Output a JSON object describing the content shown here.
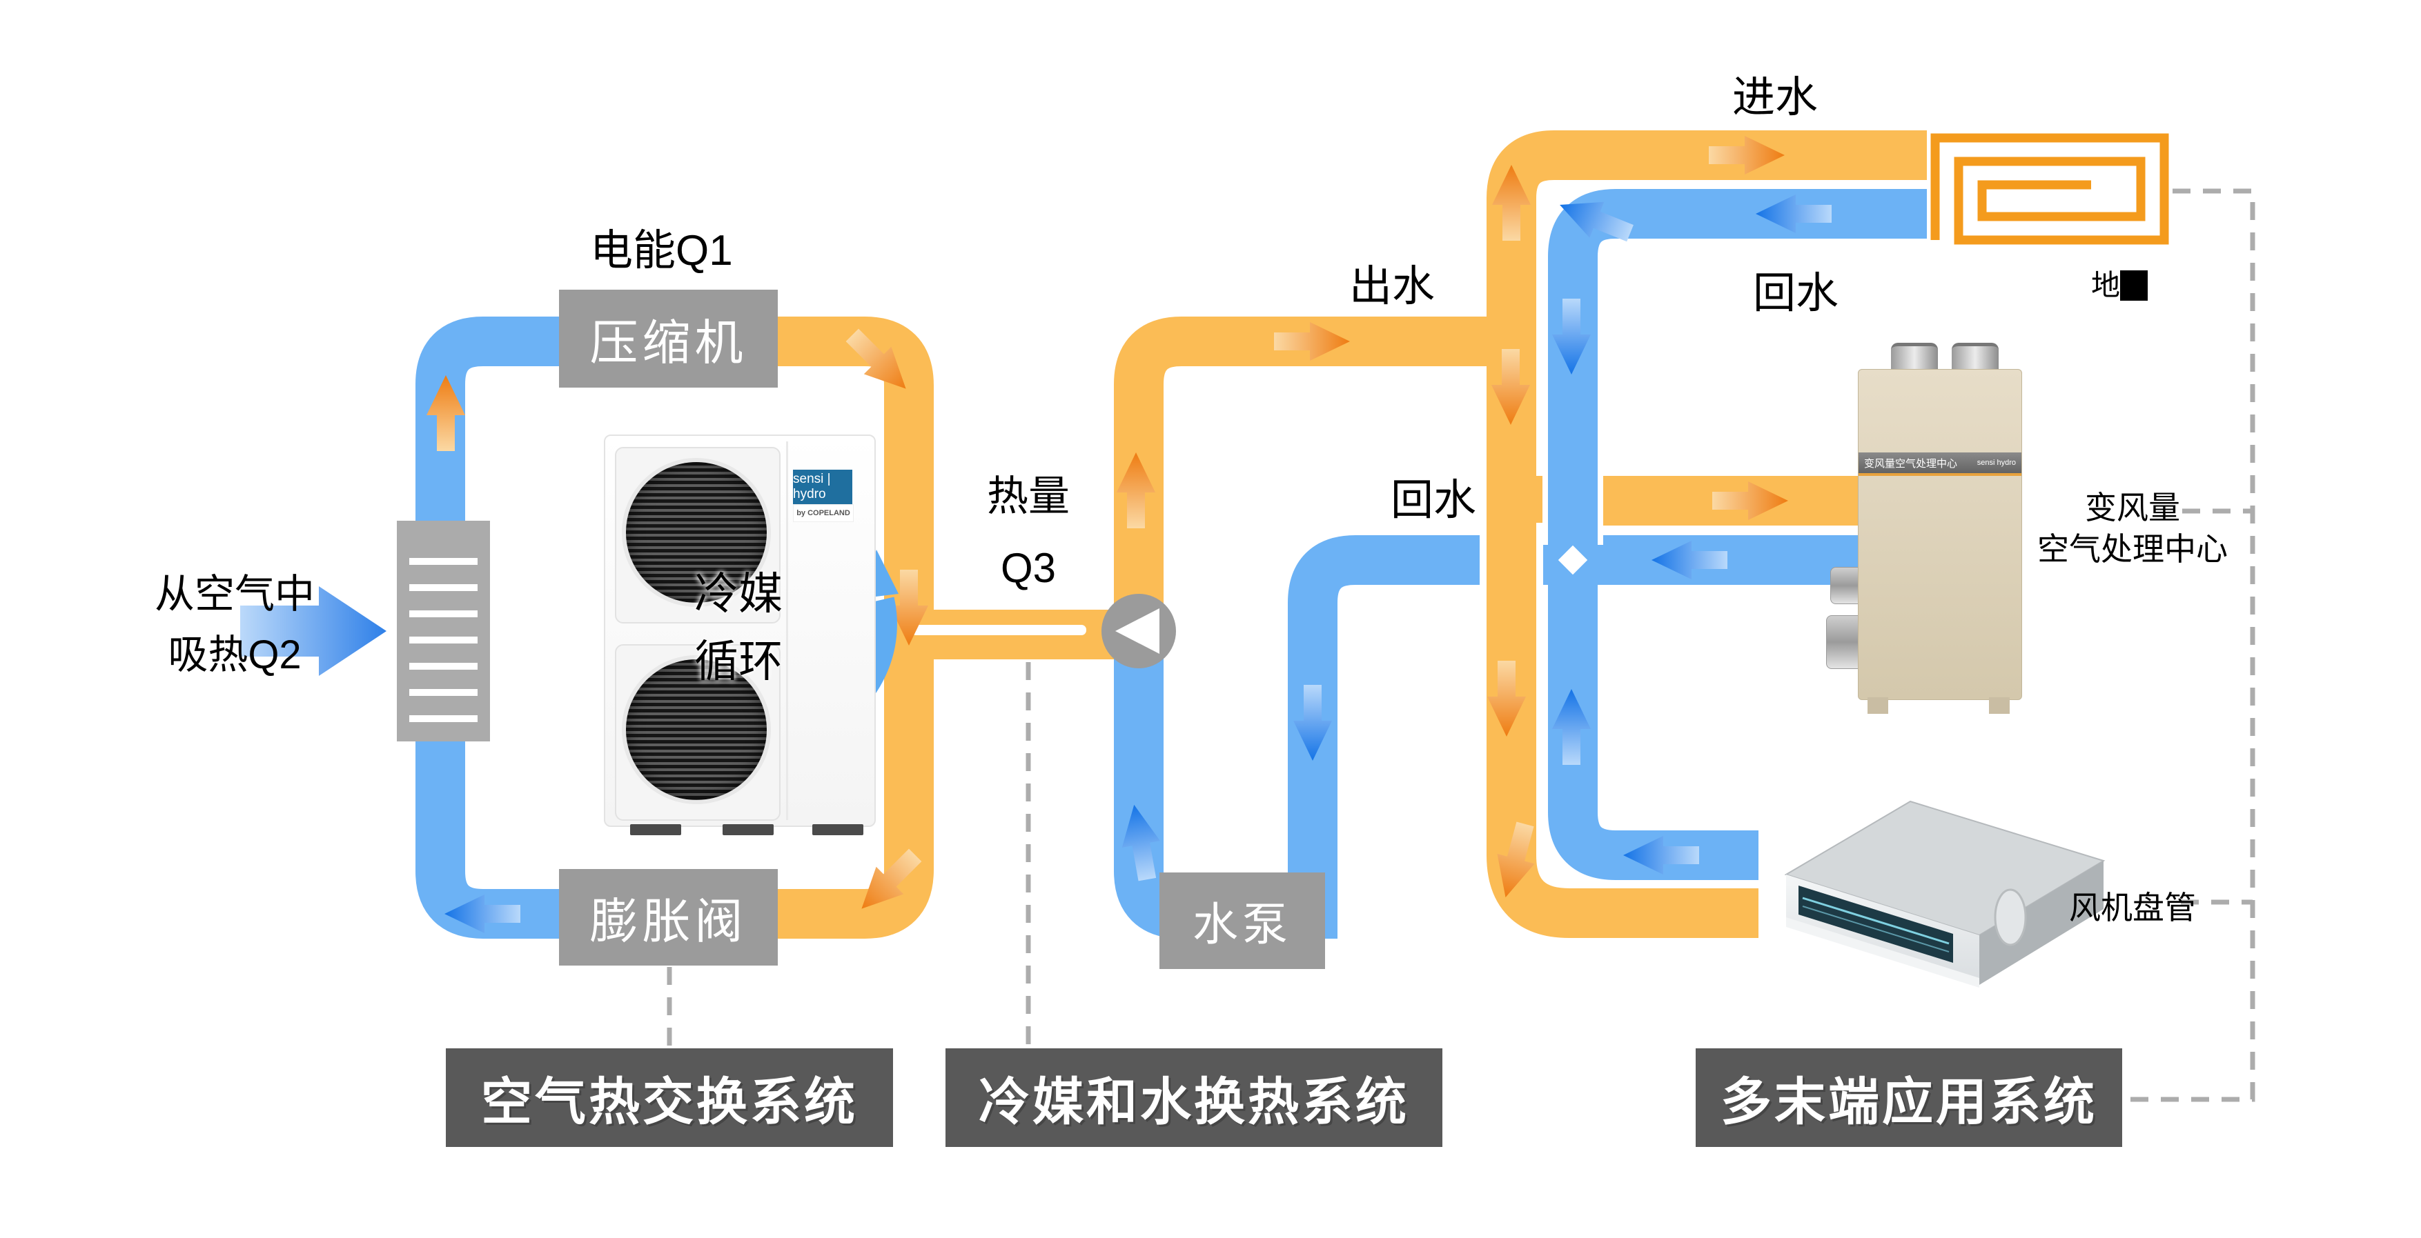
{
  "colors": {
    "pipe_orange": "#FBBC55",
    "pipe_blue": "#6CB2F5",
    "arrow_orange": "#EE7C12",
    "arrow_blue": "#1473E6",
    "component_gray": "#9B9B9B",
    "system_box_gray": "#595959",
    "coil_orange": "#F49B1D",
    "dashed_gray": "#ACACAC"
  },
  "left_section": {
    "electric_label": "电能Q1",
    "compressor": "压缩机",
    "absorb_line1": "从空气中",
    "absorb_line2": "吸热Q2",
    "refrigerant_cycle_line1": "冷媒",
    "refrigerant_cycle_line2": "循环",
    "expansion_valve": "膨胀阀",
    "outdoor_unit_badge": "sensi | hydro",
    "outdoor_unit_badge_sub": "by COPELAND"
  },
  "middle_section": {
    "heat_line1": "热量",
    "heat_line2": "Q3",
    "out_water": "出水",
    "return_water": "回水",
    "water_pump": "水泵"
  },
  "right_section": {
    "in_water": "进水",
    "return_water_top": "回水",
    "floor_heating_label": "地",
    "vav_line1": "变风量",
    "vav_line2": "空气处理中心",
    "fan_coil_label": "风机盘管",
    "ahu_band": "变风量空气处理中心",
    "ahu_band_brand": "sensi hydro"
  },
  "system_labels": {
    "sys1": "空气热交换系统",
    "sys2": "冷媒和水换热系统",
    "sys3": "多末端应用系统"
  },
  "icons": {
    "pump": "pump-circle-icon",
    "flow_arrows": "flow-arrow-icon",
    "floor_coil": "floor-heating-coil-icon",
    "junction": "junction-diamond-icon"
  }
}
